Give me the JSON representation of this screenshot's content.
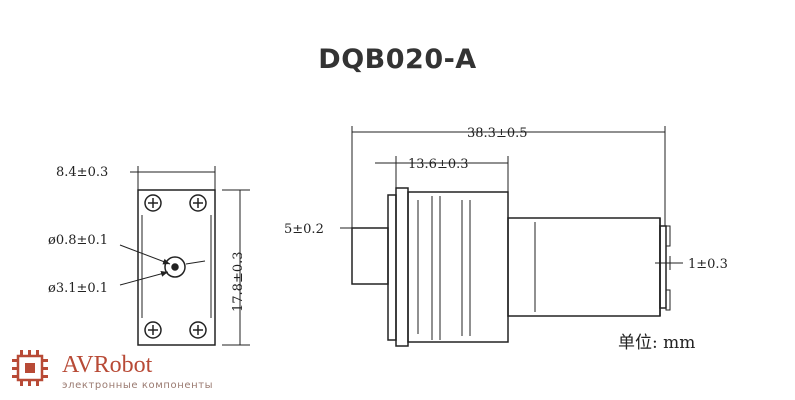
{
  "title": "DQB020-A",
  "front_view": {
    "width_dim": "8.4±0.3",
    "height_dim": "17.8±0.3",
    "hole_dim": "ø0.8±0.1",
    "shaft_dim": "ø3.1±0.1"
  },
  "side_view": {
    "total_length_dim": "38.3±0.5",
    "pump_length_dim": "13.6±0.3",
    "nozzle_dim": "5±0.2",
    "terminal_dim": "1±0.3"
  },
  "unit_label": "单位: mm",
  "logo": {
    "brand": "AVRobot",
    "tagline": "электронные компоненты",
    "color": "#b84a36"
  }
}
